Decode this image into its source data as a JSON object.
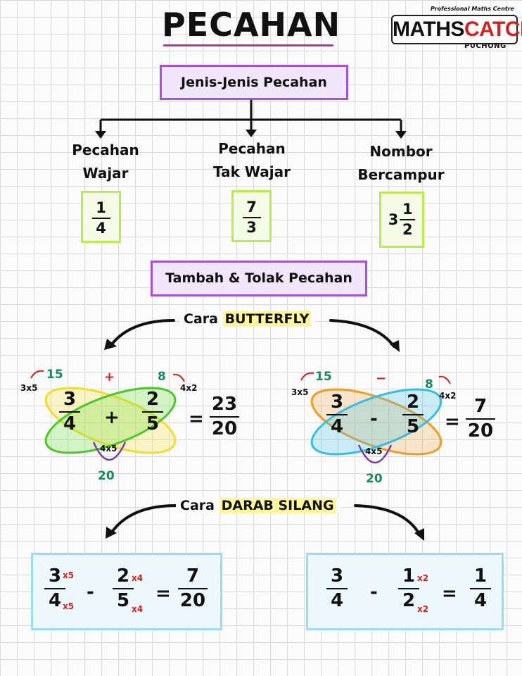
{
  "header": {
    "title": "PECAHAN",
    "logo": {
      "tagline": "Professional Maths Centre",
      "brand_left": "MATHS",
      "brand_right": "CATCH",
      "location": "PUCHONG",
      "accent_color": "#d42020"
    }
  },
  "jenis": {
    "heading": "Jenis-Jenis Pecahan",
    "types": [
      {
        "line1": "Pecahan",
        "line2": "Wajar",
        "whole": "",
        "numerator": "1",
        "denominator": "4"
      },
      {
        "line1": "Pecahan",
        "line2": "Tak Wajar",
        "whole": "",
        "numerator": "7",
        "denominator": "3"
      },
      {
        "line1": "Nombor",
        "line2": "Bercampur",
        "whole": "3",
        "numerator": "1",
        "denominator": "2"
      }
    ]
  },
  "tambah_tolak": {
    "heading": "Tambah & Tolak Pecahan",
    "butterfly": {
      "caption_prefix": "Cara",
      "caption_highlight": "BUTTERFLY",
      "examples": [
        {
          "top_left_label": "3x5",
          "top_left_value": "15",
          "operator_top": "+",
          "top_right_value": "8",
          "top_right_label": "4x2",
          "n1": "3",
          "d1": "4",
          "op": "+",
          "n2": "2",
          "d2": "5",
          "bottom_label": "4x5",
          "bottom_value": "20",
          "equals": "=",
          "rn": "23",
          "rd": "20",
          "color1": "#f7e24a",
          "color2": "#7be04a"
        },
        {
          "top_left_label": "3x5",
          "top_left_value": "15",
          "operator_top": "−",
          "top_right_value": "8",
          "top_right_label": "4x2",
          "n1": "3",
          "d1": "4",
          "op": "-",
          "n2": "2",
          "d2": "5",
          "bottom_label": "4x5",
          "bottom_value": "20",
          "equals": "=",
          "rn": "7",
          "rd": "20",
          "color1": "#f0a030",
          "color2": "#47c6e8"
        }
      ]
    },
    "darab_silang": {
      "caption_prefix": "Cara",
      "caption_highlight": "DARAB SILANG",
      "examples": [
        {
          "n1": "3",
          "n1m": "x5",
          "d1": "4",
          "d1m": "x5",
          "op": "-",
          "n2": "2",
          "n2m": "x4",
          "d2": "5",
          "d2m": "x4",
          "equals": "=",
          "rn": "7",
          "rd": "20"
        },
        {
          "n1": "3",
          "n1m": "",
          "d1": "4",
          "d1m": "",
          "op": "-",
          "n2": "1",
          "n2m": "x2",
          "d2": "2",
          "d2m": "x2",
          "equals": "=",
          "rn": "1",
          "rd": "4"
        }
      ]
    }
  }
}
